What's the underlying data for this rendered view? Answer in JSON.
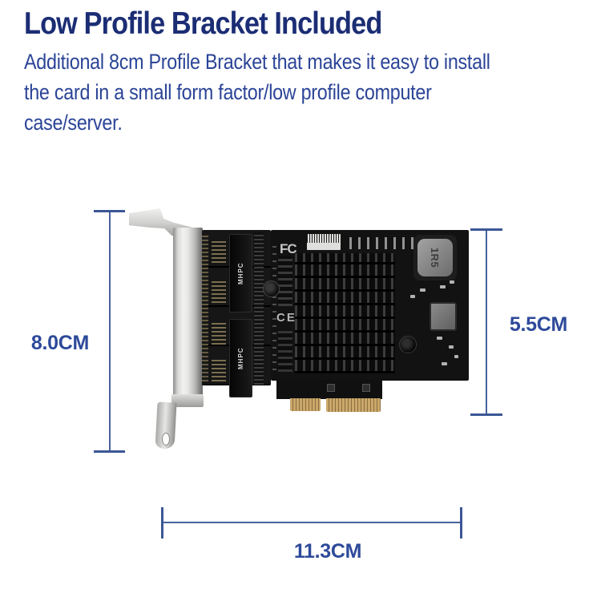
{
  "header": {
    "title": "Low Profile Bracket Included",
    "description_lines": [
      "Additional 8cm Profile Bracket that makes it easy to install",
      "the card in a small form factor/low profile computer",
      "case/server."
    ]
  },
  "dimensions": {
    "bracket_height": "8.0CM",
    "card_height": "5.5CM",
    "card_length": "11.3CM"
  },
  "card_markings": {
    "transformer_top_label": "MHPC",
    "transformer_bottom_label": "MHPC",
    "fcc_mark": "FC",
    "ce_mark": "CE",
    "inductor_value": "1R5"
  },
  "colors": {
    "title_text": "#1b2d74",
    "body_text": "#2b4497",
    "dimension_line": "#47619c",
    "dimension_label": "#2d4a9a",
    "pcb_black": "#111111",
    "bracket_silver": "#d5d5d3",
    "gold_fingers": "#c7a368"
  }
}
